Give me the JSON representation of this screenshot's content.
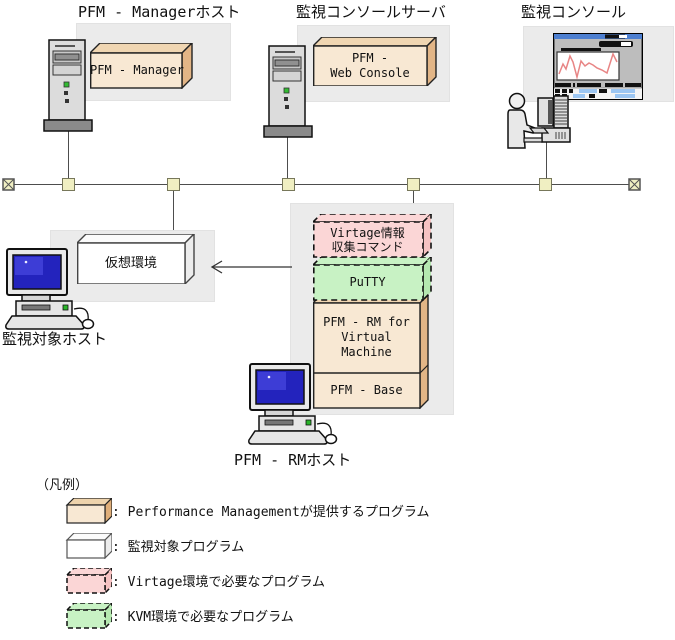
{
  "titles": {
    "manager_host": "PFM - Managerホスト",
    "console_server": "監視コンソールサーバ",
    "console": "監視コンソール"
  },
  "boxes": {
    "pfm_manager": "PFM - Manager",
    "web_console": [
      "PFM -",
      "Web Console"
    ],
    "virtual_env": "仮想環境",
    "virtage": [
      "Virtage情報",
      "収集コマンド"
    ],
    "putty": "PuTTY",
    "rm_vm": [
      "PFM - RM for",
      "Virtual",
      "Machine"
    ],
    "pfm_base": "PFM - Base"
  },
  "host_labels": {
    "monitored": "監視対象ホスト",
    "rm_host": "PFM - RMホスト"
  },
  "legend": {
    "title": "（凡例）",
    "items": [
      {
        "swatch": "tan-box",
        "label": ": Performance Managementが提供するプログラム"
      },
      {
        "swatch": "white-box",
        "label": ": 監視対象プログラム"
      },
      {
        "swatch": "pink-dashed-box",
        "label": ": Virtage環境で必要なプログラム"
      },
      {
        "swatch": "green-dashed-box",
        "label": ": KVM環境で必要なプログラム"
      }
    ]
  },
  "colors": {
    "program_box_fill": "#f8e8d3",
    "program_box_top": "#f0d6b2",
    "program_box_side": "#e2b586",
    "monitored_box_fill": "#ffffff",
    "virtage_box_fill": "#fbd6d6",
    "kvm_box_fill": "#c8f2c4",
    "panel_bg": "#ebebeb",
    "network_node_fill": "#f0efc2",
    "window_titlebar": "#4d7fd0",
    "chart_line": "#e88585",
    "screen_blue": "#2323bd"
  }
}
